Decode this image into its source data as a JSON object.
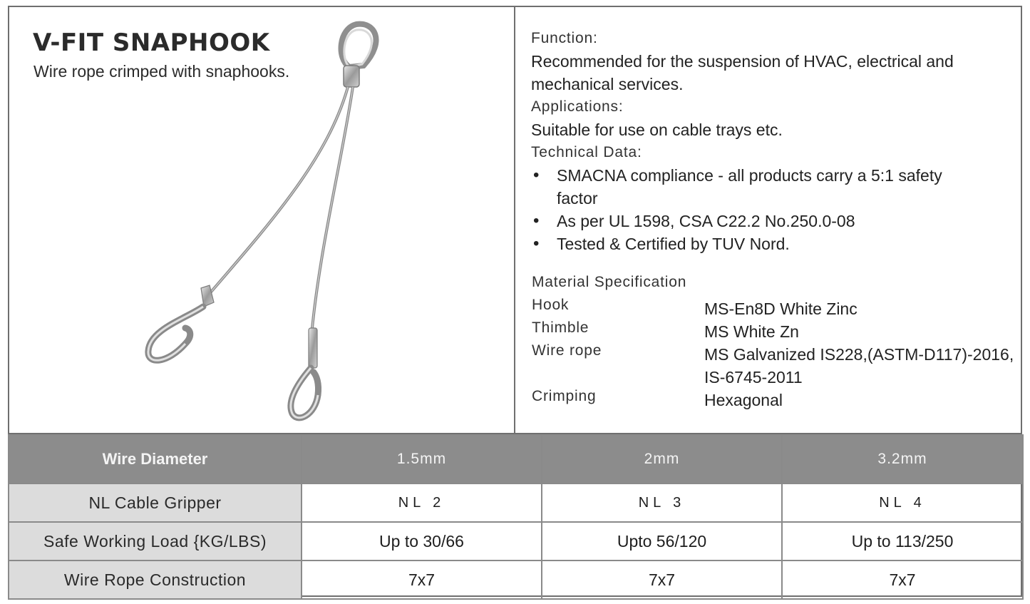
{
  "product": {
    "title": "V-FIT SNAPHOOK",
    "subtitle": "Wire rope crimped with snaphooks."
  },
  "function": {
    "label": "Function:",
    "text_line1": "Recommended for the suspension of HVAC, electrical and",
    "text_line2": "mechanical services."
  },
  "applications": {
    "label": "Applications:",
    "text": "Suitable for use on cable trays etc."
  },
  "technical_data": {
    "label": "Technical  Data:",
    "bullets": [
      {
        "line1": "SMACNA compliance - all products carry a 5:1 safety",
        "line2": "factor"
      },
      {
        "line1": "As per UL 1598, CSA C22.2 No.250.0-08"
      },
      {
        "line1": "Tested & Certified by TUV Nord."
      }
    ]
  },
  "material": {
    "heading": "Material  Specification",
    "rows": [
      {
        "key": "Hook",
        "value": "MS-En8D White Zinc"
      },
      {
        "key": "Thimble",
        "value": "MS White Zn"
      },
      {
        "key": "Wire  rope",
        "value": "MS Galvanized IS228,(ASTM-D117)-2016,",
        "value2": "IS-6745-2011"
      },
      {
        "key": "Crimping",
        "value": "Hexagonal"
      }
    ]
  },
  "table": {
    "header": [
      "Wire Diameter",
      "1.5mm",
      "2mm",
      "3.2mm"
    ],
    "rows": [
      [
        "NL Cable Gripper",
        "NL 2",
        "NL 3",
        "NL 4"
      ],
      [
        "Safe Working  Load {KG/LBS)",
        "Up to 30/66",
        "Upto 56/120",
        "Up to 113/250"
      ],
      [
        "Wire  Rope  Construction",
        "7x7",
        "7x7",
        "7x7"
      ]
    ]
  }
}
